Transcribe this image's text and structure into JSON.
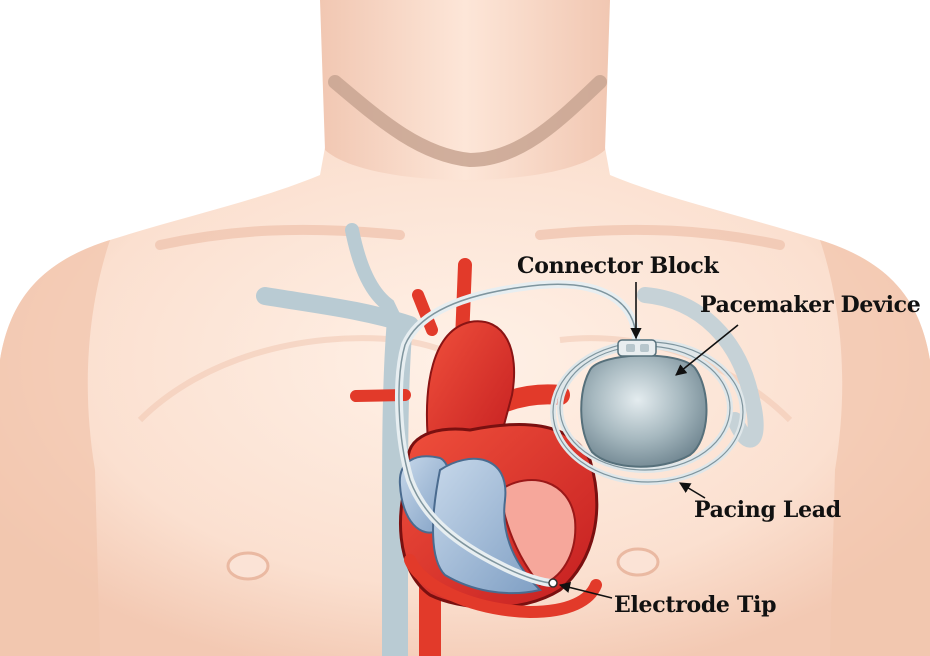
{
  "labels": {
    "connector_block": "Connector Block",
    "pacemaker_device": "Pacemaker Device",
    "pacing_lead": "Pacing Lead",
    "electrode_tip": "Electrode Tip"
  },
  "colors": {
    "skin_light": "#fde7d9",
    "skin_mid": "#f7d2bf",
    "skin_shadow": "#eab9a2",
    "vein_blue": "#b9cbd3",
    "artery_red": "#e23a2a",
    "heart_red": "#d8282a",
    "heart_blue": "#9fbad6",
    "device_gray": "#8fa3ab",
    "lead_gray": "#cfd8dc",
    "label_text": "#111111"
  }
}
